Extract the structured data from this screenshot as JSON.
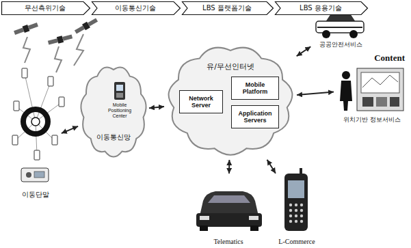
{
  "diagram": {
    "nodes": [
      {
        "text": [
          "무선측위기술"
        ]
      },
      {
        "text": [
          "이동통신기술"
        ]
      },
      {
        "text": [
          "LBS 플랫폼기술"
        ]
      },
      {
        "text": [
          "LBS 응용기술"
        ]
      },
      {
        "text": [
          "이동단말"
        ]
      },
      {
        "text": [
          "이동통신망"
        ]
      },
      {
        "text": [
          "Mobile Positioning Center"
        ],
        "in": 5
      },
      {
        "text": [
          "유/무선인터넷"
        ]
      },
      {
        "text": [
          "Network Server"
        ],
        "in": 7
      },
      {
        "text": [
          "Mobile Platform"
        ],
        "in": 7
      },
      {
        "text": [
          "Application Servers"
        ],
        "in": 7
      },
      {
        "text": [
          "공공안전서비스"
        ]
      },
      {
        "text": [
          "Content",
          "위치기반 정보서비스"
        ]
      },
      {
        "text": [
          "Telematics"
        ]
      },
      {
        "text": [
          "L-Commerce"
        ]
      }
    ],
    "edges": [
      {
        "from": 4,
        "to": 5,
        "arrow": "both"
      },
      {
        "from": 5,
        "to": 7,
        "arrow": "both"
      },
      {
        "from": 7,
        "to": 11,
        "arrow": "both"
      },
      {
        "from": 7,
        "to": 12,
        "arrow": "both"
      },
      {
        "from": 7,
        "to": 13,
        "arrow": "both"
      },
      {
        "from": 7,
        "to": 14,
        "arrow": "both"
      }
    ]
  }
}
